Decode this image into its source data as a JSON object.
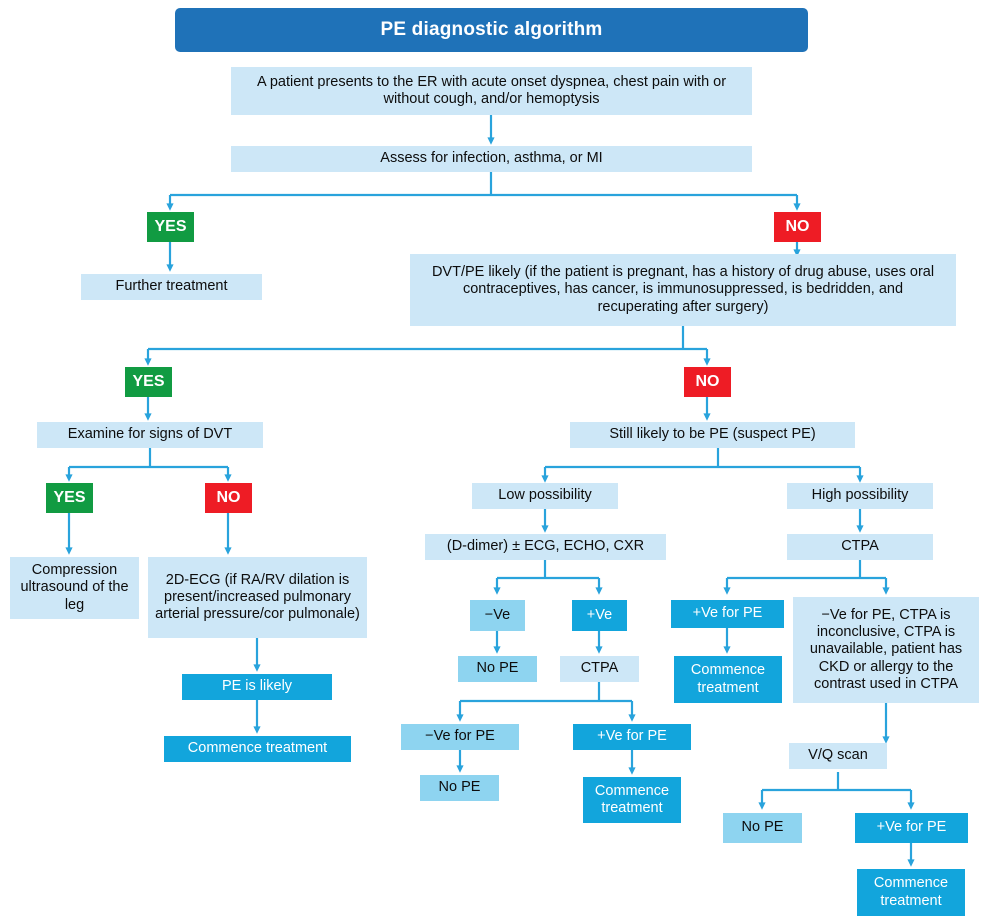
{
  "title": "PE diagnostic algorithm",
  "colors": {
    "title_bar": "#1f72b8",
    "light_blue": "#cde7f7",
    "mid_blue": "#8ed4f0",
    "bright_blue": "#12a5dc",
    "yes_green": "#119b42",
    "no_red": "#ee1c25",
    "connector": "#29a3dc"
  },
  "nodes": {
    "presentation": "A patient presents to the ER with acute onset dyspnea, chest pain with or without cough, and/or hemoptysis",
    "assess": "Assess for infection, asthma, or MI",
    "yes_1": "YES",
    "no_1": "NO",
    "further_treatment": "Further treatment",
    "dvt_pe_likely": "DVT/PE likely (if the patient is pregnant, has a history of drug abuse, uses oral contraceptives, has cancer, is immunosuppressed, is bedridden, and recuperating after surgery)",
    "yes_2": "YES",
    "no_2": "NO",
    "examine_dvt": "Examine for signs of DVT",
    "still_likely_pe": "Still likely to be PE (suspect PE)",
    "yes_3": "YES",
    "no_3": "NO",
    "compression_us": "Compression ultrasound of the leg",
    "two_d_ecg": "2D-ECG (if RA/RV dilation is present/increased pulmonary arterial pressure/cor pulmonale)",
    "pe_is_likely": "PE is likely",
    "commence_treatment_left": "Commence treatment",
    "low_possibility": "Low possibility",
    "high_possibility": "High possibility",
    "ddimer": "(D-dimer) ± ECG, ECHO, CXR",
    "ctpa_high": "CTPA",
    "neg_ve": "−Ve",
    "pos_ve": "+Ve",
    "no_pe_1": "No PE",
    "ctpa_mid": "CTPA",
    "neg_ve_for_pe_1": "−Ve for PE",
    "pos_ve_for_pe_1": "+Ve for PE",
    "no_pe_2": "No PE",
    "commence_treatment_mid": "Commence treatment",
    "pos_ve_for_pe_ctpa": "+Ve for PE",
    "commence_treatment_ctpa": "Commence treatment",
    "neg_ve_ctpa_block": "−Ve for PE, CTPA is inconclusive, CTPA is unavailable, patient has CKD or allergy to  the contrast used in CTPA",
    "vq_scan": "V/Q scan",
    "no_pe_3": "No PE",
    "pos_ve_for_pe_vq": "+Ve for PE",
    "commence_treatment_vq": "Commence treatment"
  }
}
